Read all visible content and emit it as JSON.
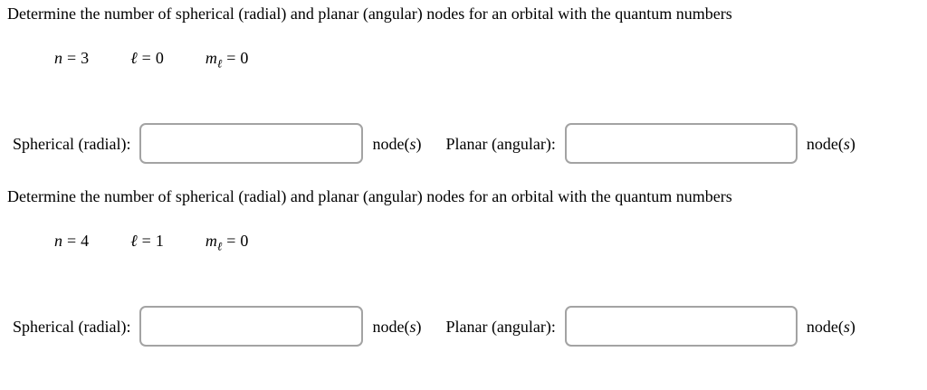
{
  "page": {
    "background": "#ffffff",
    "text_color": "#000000",
    "input_border_color": "#a3a3a3"
  },
  "unit": {
    "prefix": "node(",
    "italic": "s",
    "suffix": ")"
  },
  "questions": [
    {
      "prompt": "Determine the number of spherical (radial) and planar (angular) nodes for an orbital with the quantum numbers",
      "quantum": [
        {
          "symbol": "n",
          "sub": "",
          "equals": "=",
          "value": "3"
        },
        {
          "symbol": "ℓ",
          "sub": "",
          "equals": "=",
          "value": "0"
        },
        {
          "symbol": "m",
          "sub": "ℓ",
          "equals": "=",
          "value": "0"
        }
      ],
      "spherical_label": "Spherical (radial):",
      "planar_label": "Planar (angular):",
      "spherical_value": "",
      "planar_value": ""
    },
    {
      "prompt": "Determine the number of spherical (radial) and planar (angular) nodes for an orbital with the quantum numbers",
      "quantum": [
        {
          "symbol": "n",
          "sub": "",
          "equals": "=",
          "value": "4"
        },
        {
          "symbol": "ℓ",
          "sub": "",
          "equals": "=",
          "value": "1"
        },
        {
          "symbol": "m",
          "sub": "ℓ",
          "equals": "=",
          "value": "0"
        }
      ],
      "spherical_label": "Spherical (radial):",
      "planar_label": "Planar (angular):",
      "spherical_value": "",
      "planar_value": ""
    }
  ]
}
